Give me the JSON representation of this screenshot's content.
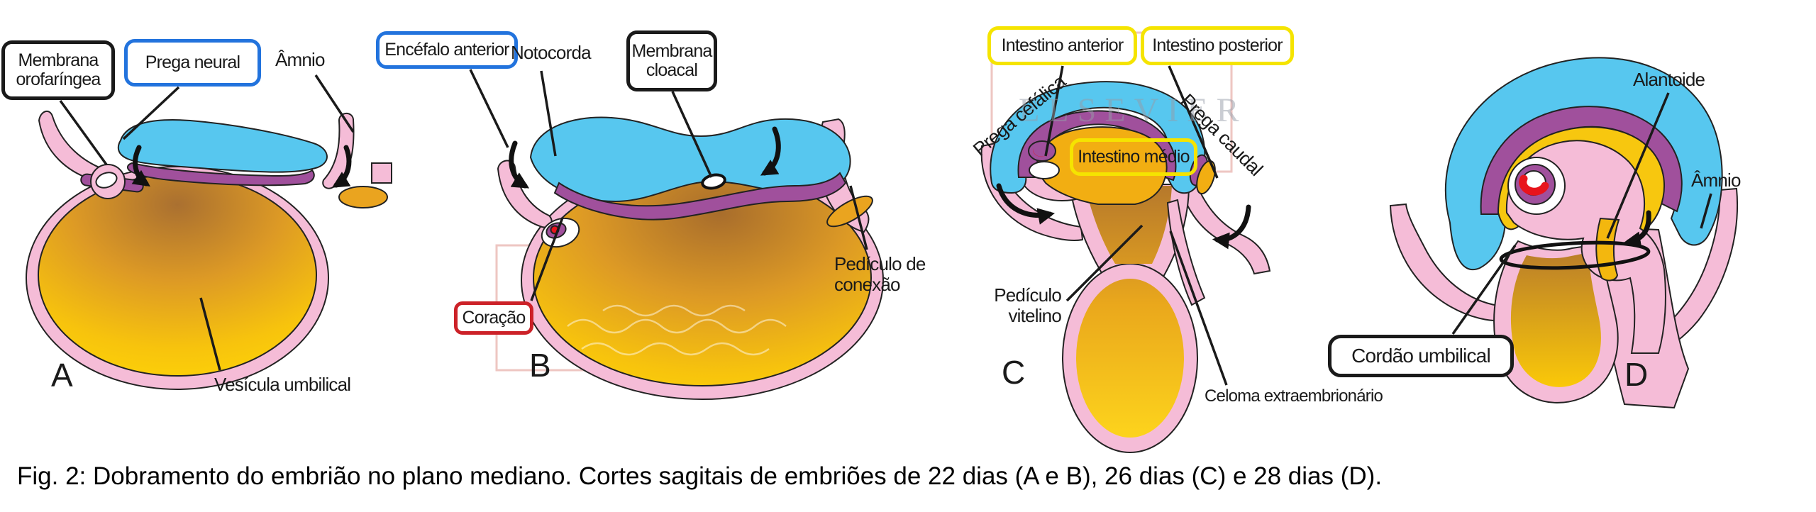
{
  "caption": "Fig. 2: Dobramento do embrião no plano mediano. Cortes sagitais de embriões de 22 dias (A e B), 26 dias (C) e 28 dias (D).",
  "watermark": {
    "text": "ELSEVIER"
  },
  "colors": {
    "ink": "#1a1a1a",
    "blue": "#57c7ef",
    "purple": "#a0509c",
    "pink": "#f5bcd7",
    "red": "#e8141c",
    "yolk_dark": "#aa7030",
    "yolk_mid": "#eaa41f",
    "yolk_light": "#ffd606",
    "box_blue": "#2273dd",
    "box_red": "#cc2128",
    "box_yellow": "#f5e400",
    "wm_frame": "#d98078"
  },
  "panels": {
    "a": {
      "letter": "A",
      "membrana_orofaringea": "Membrana orofaríngea",
      "prega_neural": "Prega neural",
      "amnio": "Âmnio",
      "vesicula_umbilical": "Vesícula umbilical"
    },
    "b": {
      "letter": "B",
      "encefalo_anterior": "Encéfalo anterior",
      "notocorda": "Notocorda",
      "membrana_cloacal": "Membrana cloacal",
      "coracao": "Coração",
      "pediculo_conexao": "Pedículo de conexão"
    },
    "c": {
      "letter": "C",
      "intestino_anterior": "Intestino anterior",
      "intestino_posterior": "Intestino posterior",
      "intestino_medio": "Intestino médio",
      "prega_cefalica": "Prega cefálica",
      "prega_caudal": "Prega caudal",
      "pediculo_vitelino": "Pedículo vitelino",
      "celoma": "Celoma extraembrionário"
    },
    "d": {
      "letter": "D",
      "alantoide": "Alantoide",
      "amnio": "Âmnio",
      "cordao_umbilical": "Cordão umbilical"
    }
  }
}
